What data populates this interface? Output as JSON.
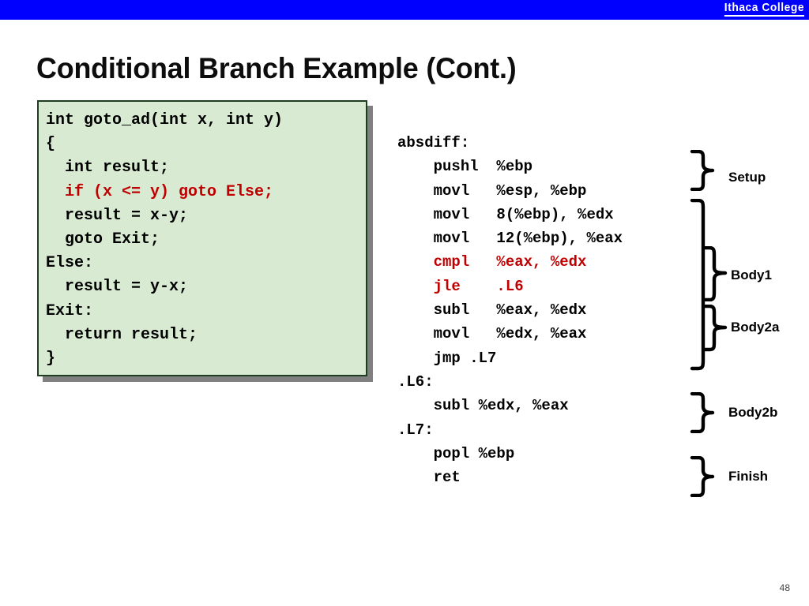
{
  "banner": {
    "logo_text": "Ithaca College",
    "background_color": "#0000FF",
    "text_color": "#FFFFFF"
  },
  "slide": {
    "title": "Conditional Branch Example (Cont.)",
    "page_number": "48"
  },
  "code_box": {
    "background_color": "#D9EAD3",
    "border_color": "#1F3D20",
    "shadow_color": "#808080",
    "normal_color": "#000000",
    "highlight_color": "#C00000",
    "lines": [
      {
        "text": "int goto_ad(int x, int y)",
        "highlighted": false
      },
      {
        "text": "{",
        "highlighted": false
      },
      {
        "text": "  int result;",
        "highlighted": false
      },
      {
        "text": "  if (x <= y) goto Else;",
        "highlighted": true
      },
      {
        "text": "  result = x-y;",
        "highlighted": false
      },
      {
        "text": "  goto Exit;",
        "highlighted": false
      },
      {
        "text": "Else:",
        "highlighted": false
      },
      {
        "text": "  result = y-x;",
        "highlighted": false
      },
      {
        "text": "Exit:",
        "highlighted": false
      },
      {
        "text": "  return result;",
        "highlighted": false
      },
      {
        "text": "}",
        "highlighted": false
      }
    ]
  },
  "assembly": {
    "normal_color": "#000000",
    "highlight_color": "#C00000",
    "lines": [
      {
        "text": "absdiff:",
        "highlighted": false
      },
      {
        "text": "    pushl  %ebp",
        "highlighted": false
      },
      {
        "text": "    movl   %esp, %ebp",
        "highlighted": false
      },
      {
        "text": "    movl   8(%ebp), %edx",
        "highlighted": false
      },
      {
        "text": "    movl   12(%ebp), %eax",
        "highlighted": false
      },
      {
        "text": "    cmpl   %eax, %edx",
        "highlighted": true
      },
      {
        "text": "    jle    .L6",
        "highlighted": true
      },
      {
        "text": "    subl   %eax, %edx",
        "highlighted": false
      },
      {
        "text": "    movl   %edx, %eax",
        "highlighted": false
      },
      {
        "text": "    jmp .L7",
        "highlighted": false
      },
      {
        "text": ".L6:",
        "highlighted": false
      },
      {
        "text": "    subl %edx, %eax",
        "highlighted": false
      },
      {
        "text": ".L7:",
        "highlighted": false
      },
      {
        "text": "    popl %ebp",
        "highlighted": false
      },
      {
        "text": "    ret",
        "highlighted": false
      }
    ]
  },
  "annotations": [
    {
      "label": "Setup"
    },
    {
      "label": "Body1"
    },
    {
      "label": "Body2a"
    },
    {
      "label": "Body2b"
    },
    {
      "label": "Finish"
    }
  ]
}
